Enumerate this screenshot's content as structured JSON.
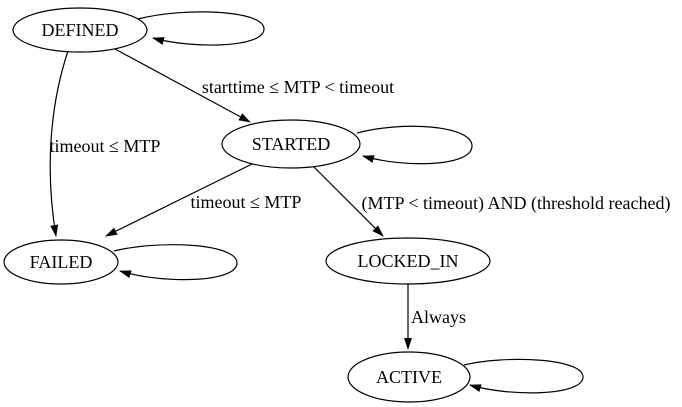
{
  "diagram": {
    "type": "state-machine",
    "background_color": "#ffffff",
    "node_fill_color": "#ffffff",
    "line_color": "#000000",
    "text_color": "#000000",
    "nodes": [
      {
        "id": "DEFINED",
        "label": "DEFINED",
        "self_loop": true
      },
      {
        "id": "STARTED",
        "label": "STARTED",
        "self_loop": true
      },
      {
        "id": "FAILED",
        "label": "FAILED",
        "self_loop": true
      },
      {
        "id": "LOCKED_IN",
        "label": "LOCKED_IN",
        "self_loop": false
      },
      {
        "id": "ACTIVE",
        "label": "ACTIVE",
        "self_loop": true
      }
    ],
    "edges": [
      {
        "from": "DEFINED",
        "to": "STARTED",
        "label": "starttime ≤ MTP < timeout"
      },
      {
        "from": "DEFINED",
        "to": "FAILED",
        "label": "timeout ≤ MTP"
      },
      {
        "from": "STARTED",
        "to": "FAILED",
        "label": "timeout ≤ MTP"
      },
      {
        "from": "STARTED",
        "to": "LOCKED_IN",
        "label": "(MTP < timeout) AND (threshold reached)"
      },
      {
        "from": "LOCKED_IN",
        "to": "ACTIVE",
        "label": "Always"
      },
      {
        "from": "DEFINED",
        "to": "DEFINED",
        "label": ""
      },
      {
        "from": "STARTED",
        "to": "STARTED",
        "label": ""
      },
      {
        "from": "FAILED",
        "to": "FAILED",
        "label": ""
      },
      {
        "from": "ACTIVE",
        "to": "ACTIVE",
        "label": ""
      }
    ]
  }
}
